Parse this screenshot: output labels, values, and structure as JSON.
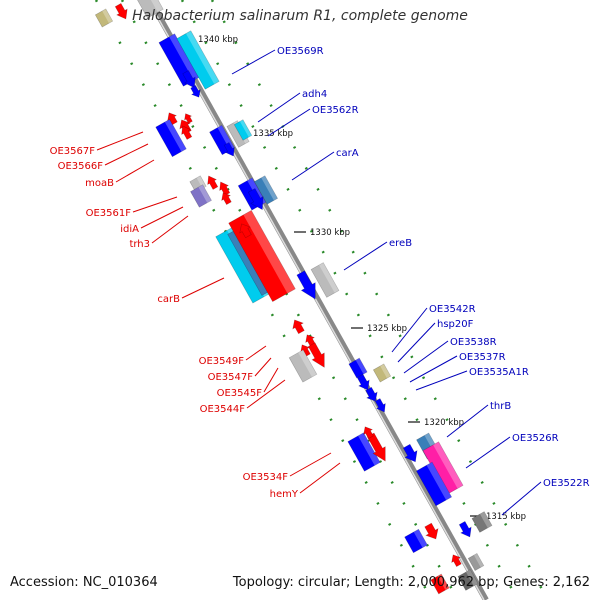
{
  "title": "Halobacterium salinarum R1, complete genome",
  "footer": {
    "accession": "Accession: NC_010364",
    "summary": "Topology: circular; Length: 2,000,962 bp; Genes: 2,162"
  },
  "colors": {
    "backbone": "#888888",
    "left_label": "#dd0000",
    "right_label": "#0000bb",
    "tick": "#2a8a2a",
    "red": "#ff0000",
    "blue": "#0000ff",
    "cyan": "#00ccee",
    "steel": "#3a7fb8",
    "gray": "#bbbbbb",
    "olive": "#c2b87a",
    "magenta": "#ff1fa6",
    "purple": "#7f72c6"
  },
  "scale_labels": [
    "1340 kbp",
    "1335 kbp",
    "1330 kbp",
    "1325 kbp",
    "1320 kbp",
    "1315 kbp"
  ],
  "left_labels": [
    "OE3567F",
    "OE3566F",
    "moaB",
    "OE3561F",
    "idiA",
    "trh3",
    "carB",
    "OE3549F",
    "OE3547F",
    "OE3545F",
    "OE3544F",
    "OE3534F",
    "hemY"
  ],
  "right_labels": [
    "OE3569R",
    "adh4",
    "OE3562R",
    "carA",
    "ereB",
    "OE3542R",
    "hsp20F",
    "OE3538R",
    "OE3537R",
    "OE3535A1R",
    "thrB",
    "OE3526R",
    "OE3522R"
  ]
}
